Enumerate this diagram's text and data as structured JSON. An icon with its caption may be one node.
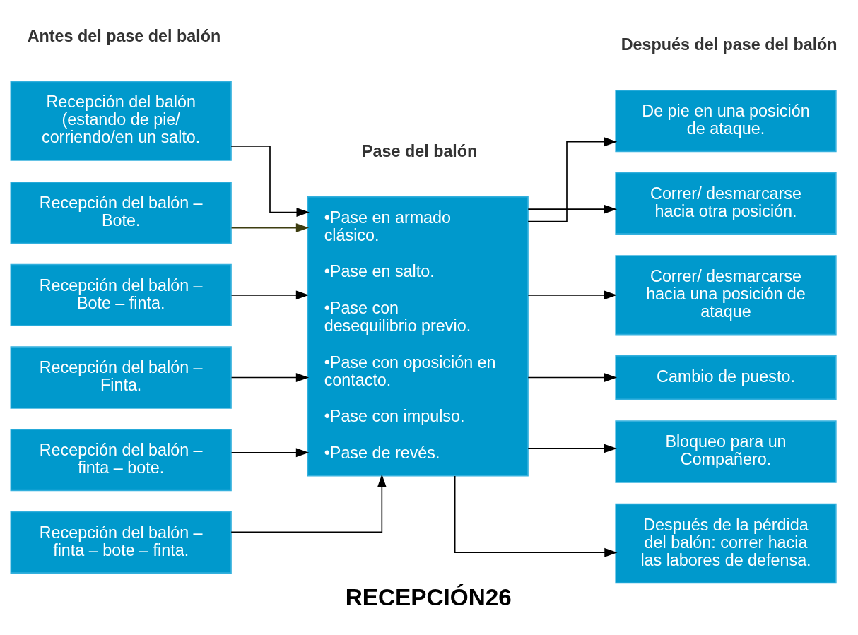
{
  "diagram": {
    "caption": "RECEPCIÓN26",
    "nodes": [
      {
        "text": [
          "Recepción del balón (estando de pie/ corriendo/en un salto."
        ]
      },
      {
        "text": [
          "Recepción del balón – Bote."
        ]
      },
      {
        "text": [
          "Recepción del balón – Bote – finta."
        ]
      },
      {
        "text": [
          "Recepción del balón – Finta."
        ]
      },
      {
        "text": [
          "Recepción del balón – finta – bote."
        ]
      },
      {
        "text": [
          "Recepción del balón – finta – bote – finta."
        ]
      },
      {
        "text": [
          "•Pase en armado clásico.",
          "•Pase en salto.",
          "•Pase con desequilibrio previo.",
          "•Pase con oposición en contacto.",
          "•Pase con impulso.",
          "•Pase de revés."
        ]
      },
      {
        "text": [
          "De pie en una posición de ataque."
        ]
      },
      {
        "text": [
          "Correr/ desmarcarse hacia otra posición."
        ]
      },
      {
        "text": [
          "Correr/ desmarcarse hacia una posición de ataque"
        ]
      },
      {
        "text": [
          "Cambio de puesto."
        ]
      },
      {
        "text": [
          "Bloqueo para un Compañero."
        ]
      },
      {
        "text": [
          "Después de la pérdida del balón: correr hacia las labores de defensa."
        ]
      }
    ],
    "edges": [
      {
        "from": 0,
        "to": 6,
        "arrow": "to"
      },
      {
        "from": 1,
        "to": 6,
        "arrow": "to",
        "color": "#3d3d10"
      },
      {
        "from": 2,
        "to": 6,
        "arrow": "to"
      },
      {
        "from": 3,
        "to": 6,
        "arrow": "to"
      },
      {
        "from": 4,
        "to": 6,
        "arrow": "to"
      },
      {
        "from": 5,
        "to": 6,
        "arrow": "to"
      },
      {
        "from": 6,
        "to": 7,
        "arrow": "to"
      },
      {
        "from": 6,
        "to": 8,
        "arrow": "to"
      },
      {
        "from": 6,
        "to": 9,
        "arrow": "to"
      },
      {
        "from": 6,
        "to": 10,
        "arrow": "to"
      },
      {
        "from": 6,
        "to": 11,
        "arrow": "to"
      },
      {
        "from": 6,
        "to": 12,
        "arrow": "to"
      }
    ],
    "labels": [
      "Antes del pase del balón",
      "Pase del balón",
      "Después del pase del balón"
    ]
  }
}
